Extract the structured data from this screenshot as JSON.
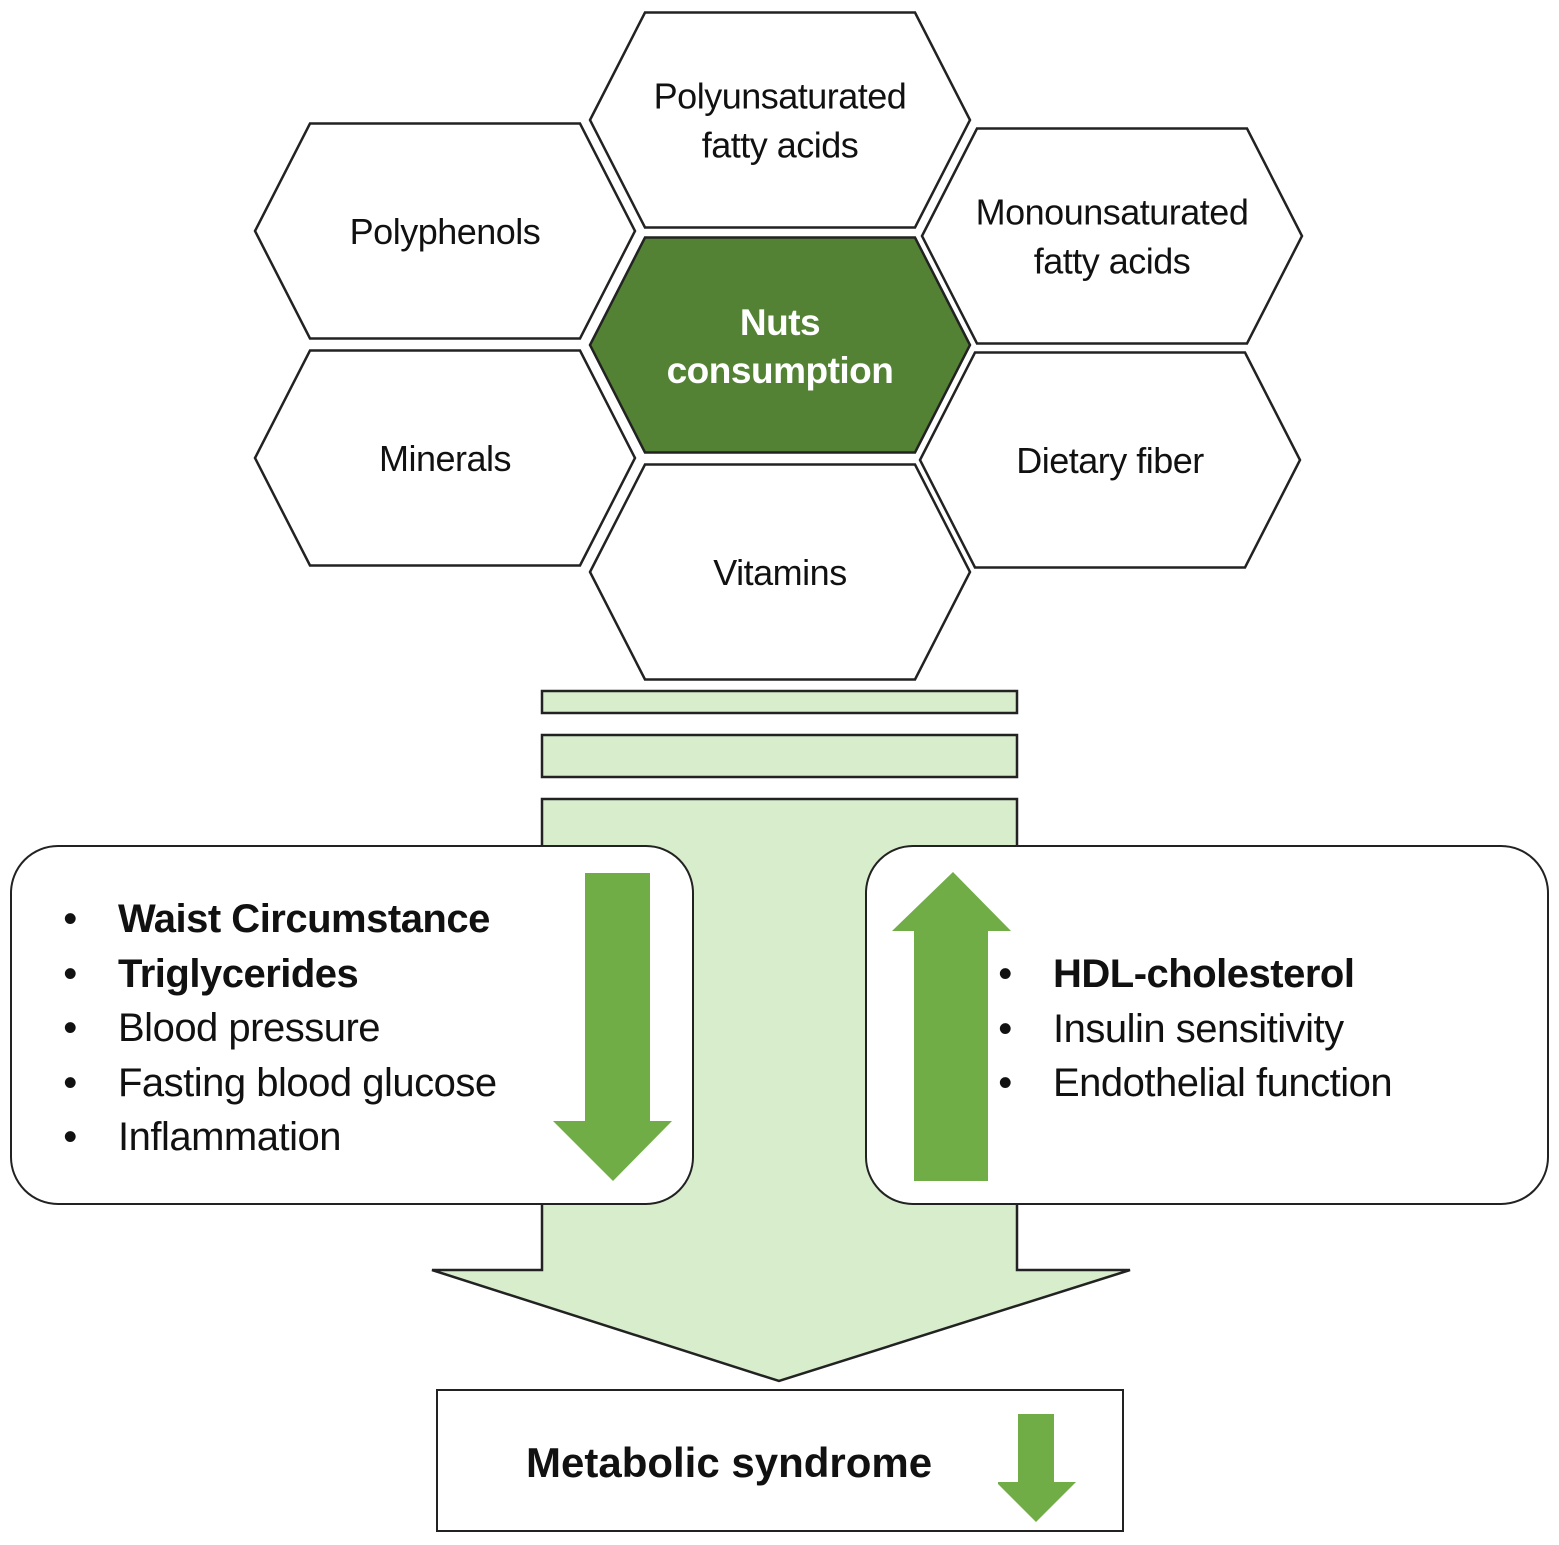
{
  "center": {
    "line1": "Nuts",
    "line2": "consumption"
  },
  "components": [
    {
      "id": "polyunsaturated",
      "lines": [
        "Polyunsaturated",
        "fatty acids"
      ]
    },
    {
      "id": "polyphenols",
      "lines": [
        "Polyphenols"
      ]
    },
    {
      "id": "monounsaturated",
      "lines": [
        "Monounsaturated",
        "fatty acids"
      ]
    },
    {
      "id": "minerals",
      "lines": [
        "Minerals"
      ]
    },
    {
      "id": "dietary-fiber",
      "lines": [
        "Dietary fiber"
      ]
    },
    {
      "id": "vitamins",
      "lines": [
        "Vitamins"
      ]
    }
  ],
  "decreased": {
    "direction": "down",
    "items": [
      {
        "text": "Waist Circumstance",
        "bold": true
      },
      {
        "text": "Triglycerides",
        "bold": true
      },
      {
        "text": "Blood pressure",
        "bold": false
      },
      {
        "text": "Fasting blood glucose",
        "bold": false
      },
      {
        "text": "Inflammation",
        "bold": false
      }
    ]
  },
  "increased": {
    "direction": "up",
    "items": [
      {
        "text": "HDL-cholesterol",
        "bold": true
      },
      {
        "text": "Insulin sensitivity",
        "bold": false
      },
      {
        "text": "Endothelial function",
        "bold": false
      }
    ]
  },
  "bullet_symbol": "•",
  "outcome": {
    "label": "Metabolic syndrome",
    "direction": "down"
  },
  "colors": {
    "center_fill": "#548235",
    "center_text": "#ffffff",
    "arrow_green": "#70AD47",
    "flow_light": "#D7EDCC",
    "outline": "#222222"
  }
}
